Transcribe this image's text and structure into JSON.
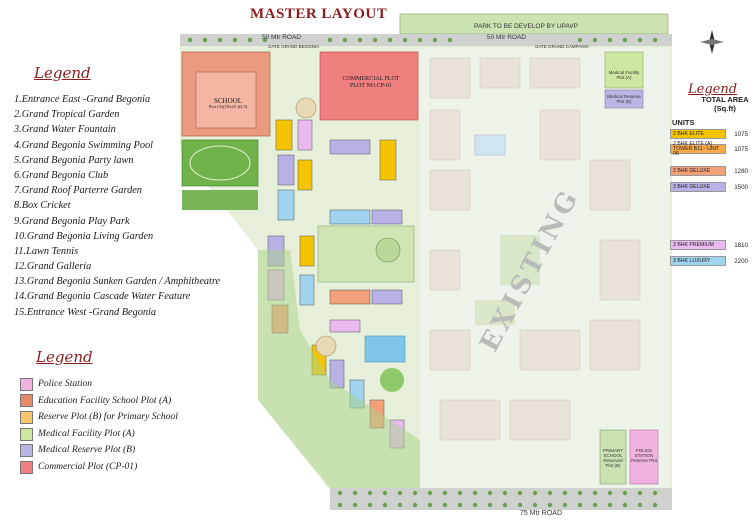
{
  "title": "MASTER LAYOUT",
  "roads": {
    "top_park": "PARK TO BE DEVELOP BY UPAVP",
    "top_road": "50 Mtr ROAD",
    "top_road_left": "50 Mtr ROAD",
    "gate_left": "GATE GRAND BEGONIA",
    "gate_right": "GATE GRAND CAMPANIA",
    "bottom_road": "75 Mtr ROAD"
  },
  "legend_amenities": {
    "title": "Legend",
    "items": [
      "1.Entrance East -Grand Begonia",
      "2.Grand Tropical Garden",
      "3.Grand Water Fountain",
      "4.Grand Begonia Swimming Pool",
      "5.Grand Begonia Party lawn",
      "6.Grand Begonia Club",
      "7.Grand Roof Parterre Garden",
      "8.Box Cricket",
      "9.Grand Begonia Play Park",
      "10.Grand Begonia Living Garden",
      "11.Lawn Tennis",
      "12.Grand  Galleria",
      "13.Grand  Begonia  Sunken Garden / Amphitheatre",
      "14.Grand  Begonia  Cascade Water Feature",
      "15.Entrance West -Grand Begonia"
    ]
  },
  "legend_plots": {
    "title": "Legend",
    "items": [
      {
        "label": "Police Station",
        "color": "#f0b3df"
      },
      {
        "label": "Education Facility School Plot (A)",
        "color": "#e58a6a"
      },
      {
        "label": "Reserve Plot (B) for Primary School",
        "color": "#f7c66b"
      },
      {
        "label": "Medical Facility Plot (A)",
        "color": "#cde6a0"
      },
      {
        "label": "Medical Reserve Plot (B)",
        "color": "#b9b6e3"
      },
      {
        "label": "Commercial Plot (CP-01)",
        "color": "#f08080"
      }
    ]
  },
  "legend_units": {
    "title": "Legend",
    "head_units": "UNITS",
    "head_area": "TOTAL AREA",
    "head_unit_of_measure": "(Sq.ft)",
    "items": [
      {
        "label": "2 BHK ELITE",
        "area": "1075",
        "color": "#f5c400"
      },
      {
        "label": "2 BHK ELITE (A) TOWER B11 - UNIT 06",
        "area": "1075",
        "color": "#f7a84a"
      },
      {
        "label": "2 BHK DELUXE",
        "area": "1280",
        "color": "#f2a07a"
      },
      {
        "label": "3 BHK DELUXE",
        "area": "1500",
        "color": "#b7b1e6"
      },
      {
        "label": "3 BHK PREMIUM",
        "area": "1810",
        "color": "#e9b9f0"
      },
      {
        "label": "3 BHK LUXURY",
        "area": "2200",
        "color": "#9fd3ee"
      }
    ]
  },
  "map_labels": {
    "school": "SCHOOL",
    "school_sub": "Plot (A)(10x25 )(2.5)",
    "commercial": "COMMERCIAL PLOT",
    "commercial_sub": "PLOT NO.CP-01",
    "existing": "EXISTING",
    "medical_a": "Medical Facility Plot (A)",
    "medical_b": "Medical Reserve Plot (B)",
    "primary_school": "PRIMARY SCHOOL Reserved Plot (B)",
    "police": "POLICE STATION Reserve Plot"
  }
}
